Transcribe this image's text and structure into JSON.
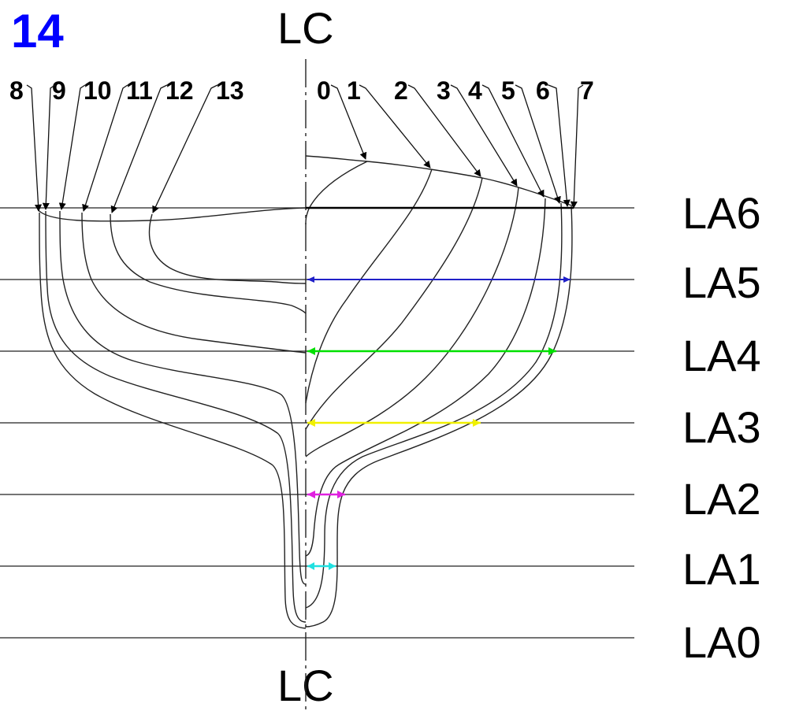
{
  "figure_number": "14",
  "centerline_label": "LC",
  "station_labels_aft": [
    "8",
    "9",
    "10",
    "11",
    "12",
    "13"
  ],
  "station_labels_fwd": [
    "0",
    "1",
    "2",
    "3",
    "4",
    "5",
    "6",
    "7"
  ],
  "waterlines": [
    "LA6",
    "LA5",
    "LA4",
    "LA3",
    "LA2",
    "LA1",
    "LA0"
  ],
  "colors": {
    "figure_number": "#0000ff",
    "LA5_arrow": "#2020c8",
    "LA4_arrow": "#00e000",
    "LA3_arrow": "#f0f000",
    "LA2_arrow": "#e020e0",
    "LA1_arrow": "#20e0e0",
    "lines": "#222222"
  }
}
